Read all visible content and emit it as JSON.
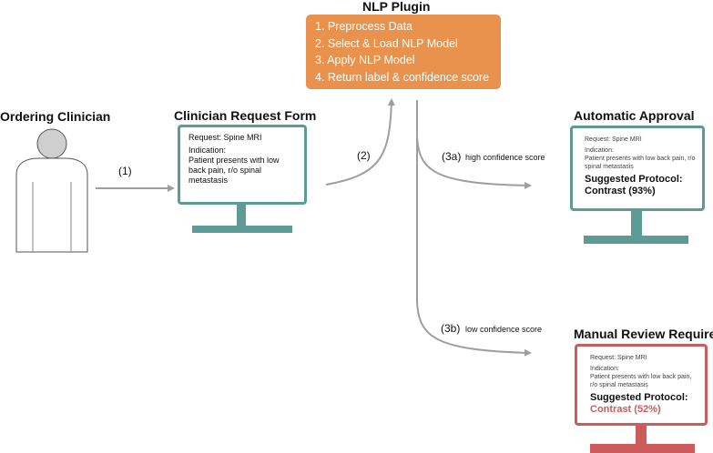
{
  "plugin": {
    "title": "NLP Plugin",
    "steps": [
      "1. Preprocess Data",
      "2. Select & Load NLP Model",
      "3. Apply NLP Model",
      "4. Return label & confidence score"
    ]
  },
  "clinician": {
    "title": "Ordering Clinician"
  },
  "request_form": {
    "title": "Clinician Request Form",
    "request": "Request: Spine MRI",
    "indication_label": "Indication:",
    "indication_text": "Patient presents with low back pain, r/o spinal metastasis"
  },
  "auto_approval": {
    "title": "Automatic Approval",
    "request": "Request: Spine MRI",
    "indication_label": "Indication:",
    "indication_text": "Patient presents with low back pain, r/o spinal metastasis",
    "protocol_label": "Suggested Protocol:",
    "protocol_value": "Contrast (93%)"
  },
  "manual_review": {
    "title": "Manual Review Required",
    "request": "Request: Spine MRI",
    "indication_label": "Indication:",
    "indication_text": "Patient presents with low back pain, r/o spinal metastasis",
    "protocol_label": "Suggested Protocol:",
    "protocol_value": "Contrast (52%)"
  },
  "steps": {
    "s1": "(1)",
    "s2": "(2)",
    "s3a": "(3a)",
    "s3a_text": "high confidence score",
    "s3b": "(3b)",
    "s3b_text": "low confidence score"
  },
  "colors": {
    "plugin": "#e8924e",
    "monitor_teal": "#5e9a96",
    "monitor_red": "#cd5b5b",
    "arrow_gray": "#9e9e9e",
    "person_fill": "#cfcfcf"
  }
}
